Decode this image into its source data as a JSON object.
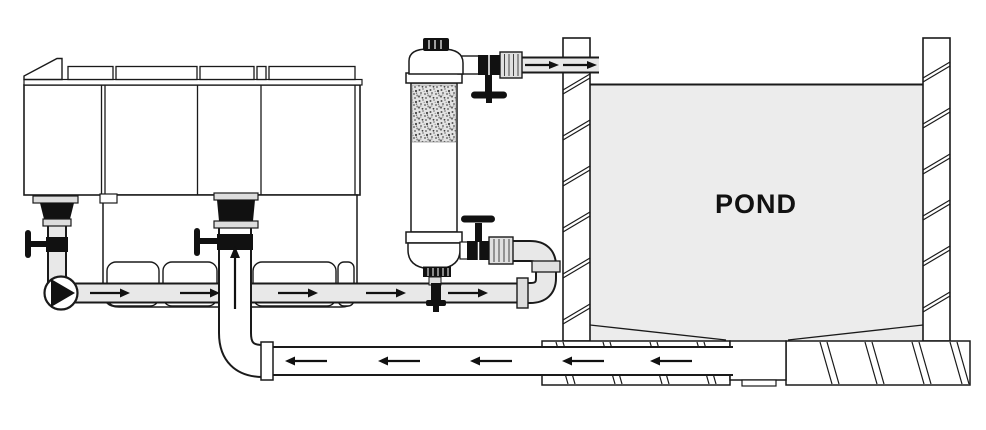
{
  "diagram": {
    "pond_label": "POND",
    "flow": {
      "pump_line_direction": "right",
      "return_line_direction": "left",
      "riser_direction": "up"
    }
  },
  "colors": {
    "water": "#ececec",
    "pipe_fill_pressure": "#e8e8e8",
    "pipe_fill_gravity": "#ffffff",
    "outline": "#1a1a1a",
    "fitting_black": "#111111",
    "union_fill": "#e0e0e0"
  }
}
